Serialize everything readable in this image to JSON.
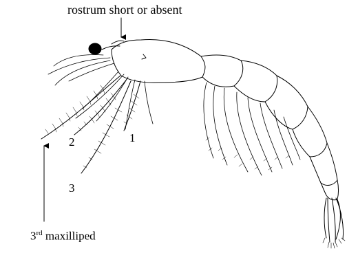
{
  "labels": {
    "rostrum": "rostrum short or absent",
    "leg_1": "1",
    "leg_2": "2",
    "leg_3": "3",
    "maxilliped_ordinal_num": "3",
    "maxilliped_ordinal_suffix": "rd",
    "maxilliped_name": " maxilliped"
  },
  "colors": {
    "ink": "#000000",
    "background": "#ffffff"
  }
}
